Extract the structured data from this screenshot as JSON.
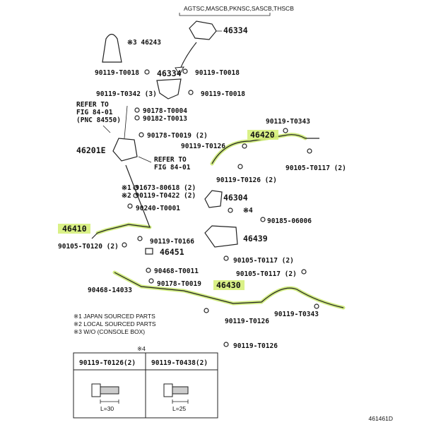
{
  "header": {
    "variant_note": "AGTSC,MASCB,PKNSC,SASCB,THSCB"
  },
  "figure_id": "461461D",
  "parts": {
    "p46334_a": "46334",
    "p46243": "※3 46243",
    "p90119_t0018_l": "90119-T0018",
    "p46334_b": "46334",
    "p90119_t0018_r": "90119-T0018",
    "p90119_t0342": "90119-T0342 (3)",
    "p90119_t0018_m": "90119-T0018",
    "refer_1a": "REFER TO",
    "refer_1b": "FIG 84-01",
    "refer_1c": "(PNC 84550)",
    "p90178_t0004": "90178-T0004",
    "p90182_t0013": "90182-T0013",
    "p90178_t0019": "90178-T0019 (2)",
    "p46201e": "46201E",
    "refer_2a": "REFER TO",
    "refer_2b": "FIG 84-01",
    "p90119_t0343_t": "90119-T0343",
    "p46420": "46420",
    "p90119_t0126_t": "90119-T0126",
    "p90105_t0117_t": "90105-T0117 (2)",
    "p90119_t0126_2": "90119-T0126 (2)",
    "p91673_80618": "※1 91673-80618 (2)",
    "p90119_t0422": "※2 90119-T0422 (2)",
    "p46304": "46304",
    "p90240_t0001": "90240-T0001",
    "star4": "※4",
    "p90185_06006": "90185-06006",
    "p46410": "46410",
    "p46439": "46439",
    "p90119_t0166": "90119-T0166",
    "p90105_t0120": "90105-T0120 (2)",
    "p46451": "46451",
    "p90105_t0117_m": "90105-T0117 (2)",
    "p90468_t0011": "90468-T0011",
    "p90105_t0117_b": "90105-T0117 (2)",
    "p90468_14033": "90468-14033",
    "p90178_t0019_b": "90178-T0019",
    "p46430": "46430",
    "p90119_t0126_b": "90119-T0126",
    "p90119_t0343_b": "90119-T0343",
    "p90119_t0126_bb": "90119-T0126"
  },
  "legend": [
    "※1  JAPAN SOURCED PARTS",
    "※2  LOCAL SOURCED PARTS",
    "※3  W/O (CONSOLE BOX)"
  ],
  "bolt_table": {
    "marker": "※4",
    "col1_header": "90119-T0126(2)",
    "col2_header": "90119-T0438(2)",
    "col1_length": "L=30",
    "col2_length": "L=25"
  },
  "colors": {
    "highlight": "#c8e86a",
    "line": "#222222"
  }
}
